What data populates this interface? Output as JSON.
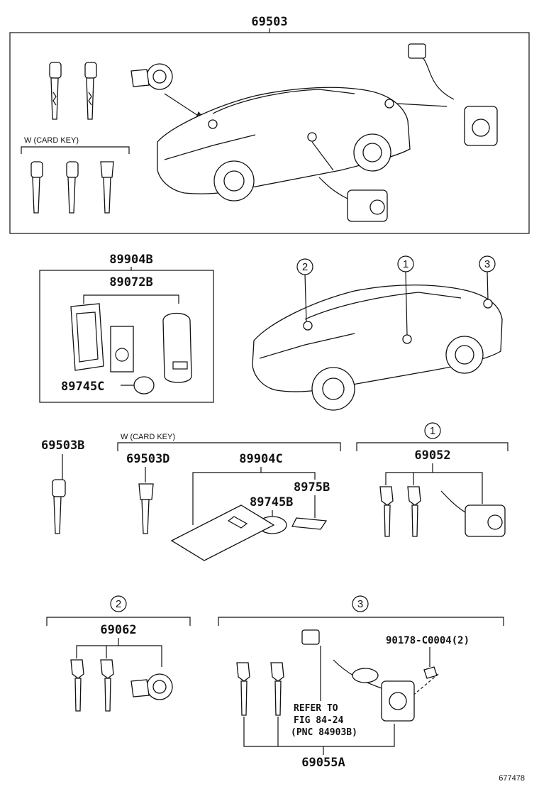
{
  "labels": {
    "top_assembly": "69503",
    "card_key_top": "W (CARD KEY)",
    "remote_assy": "89904B",
    "remote_sub": "89072B",
    "battery": "89745C",
    "key_b": "69503B",
    "card_key_mid": "W (CARD KEY)",
    "key_d": "69503D",
    "card_set": "89904C",
    "card_sticker": "8975B",
    "card_battery": "89745B",
    "set_one": "69052",
    "set_two": "69062",
    "screw": "90178-C0004(2)",
    "refer_1": "REFER TO",
    "refer_2": "FIG 84-24",
    "refer_3": "(PNC 84903B)",
    "set_three": "69055A",
    "drawing_no": "677478"
  },
  "markers": {
    "one": "1",
    "two": "2",
    "three": "3"
  }
}
